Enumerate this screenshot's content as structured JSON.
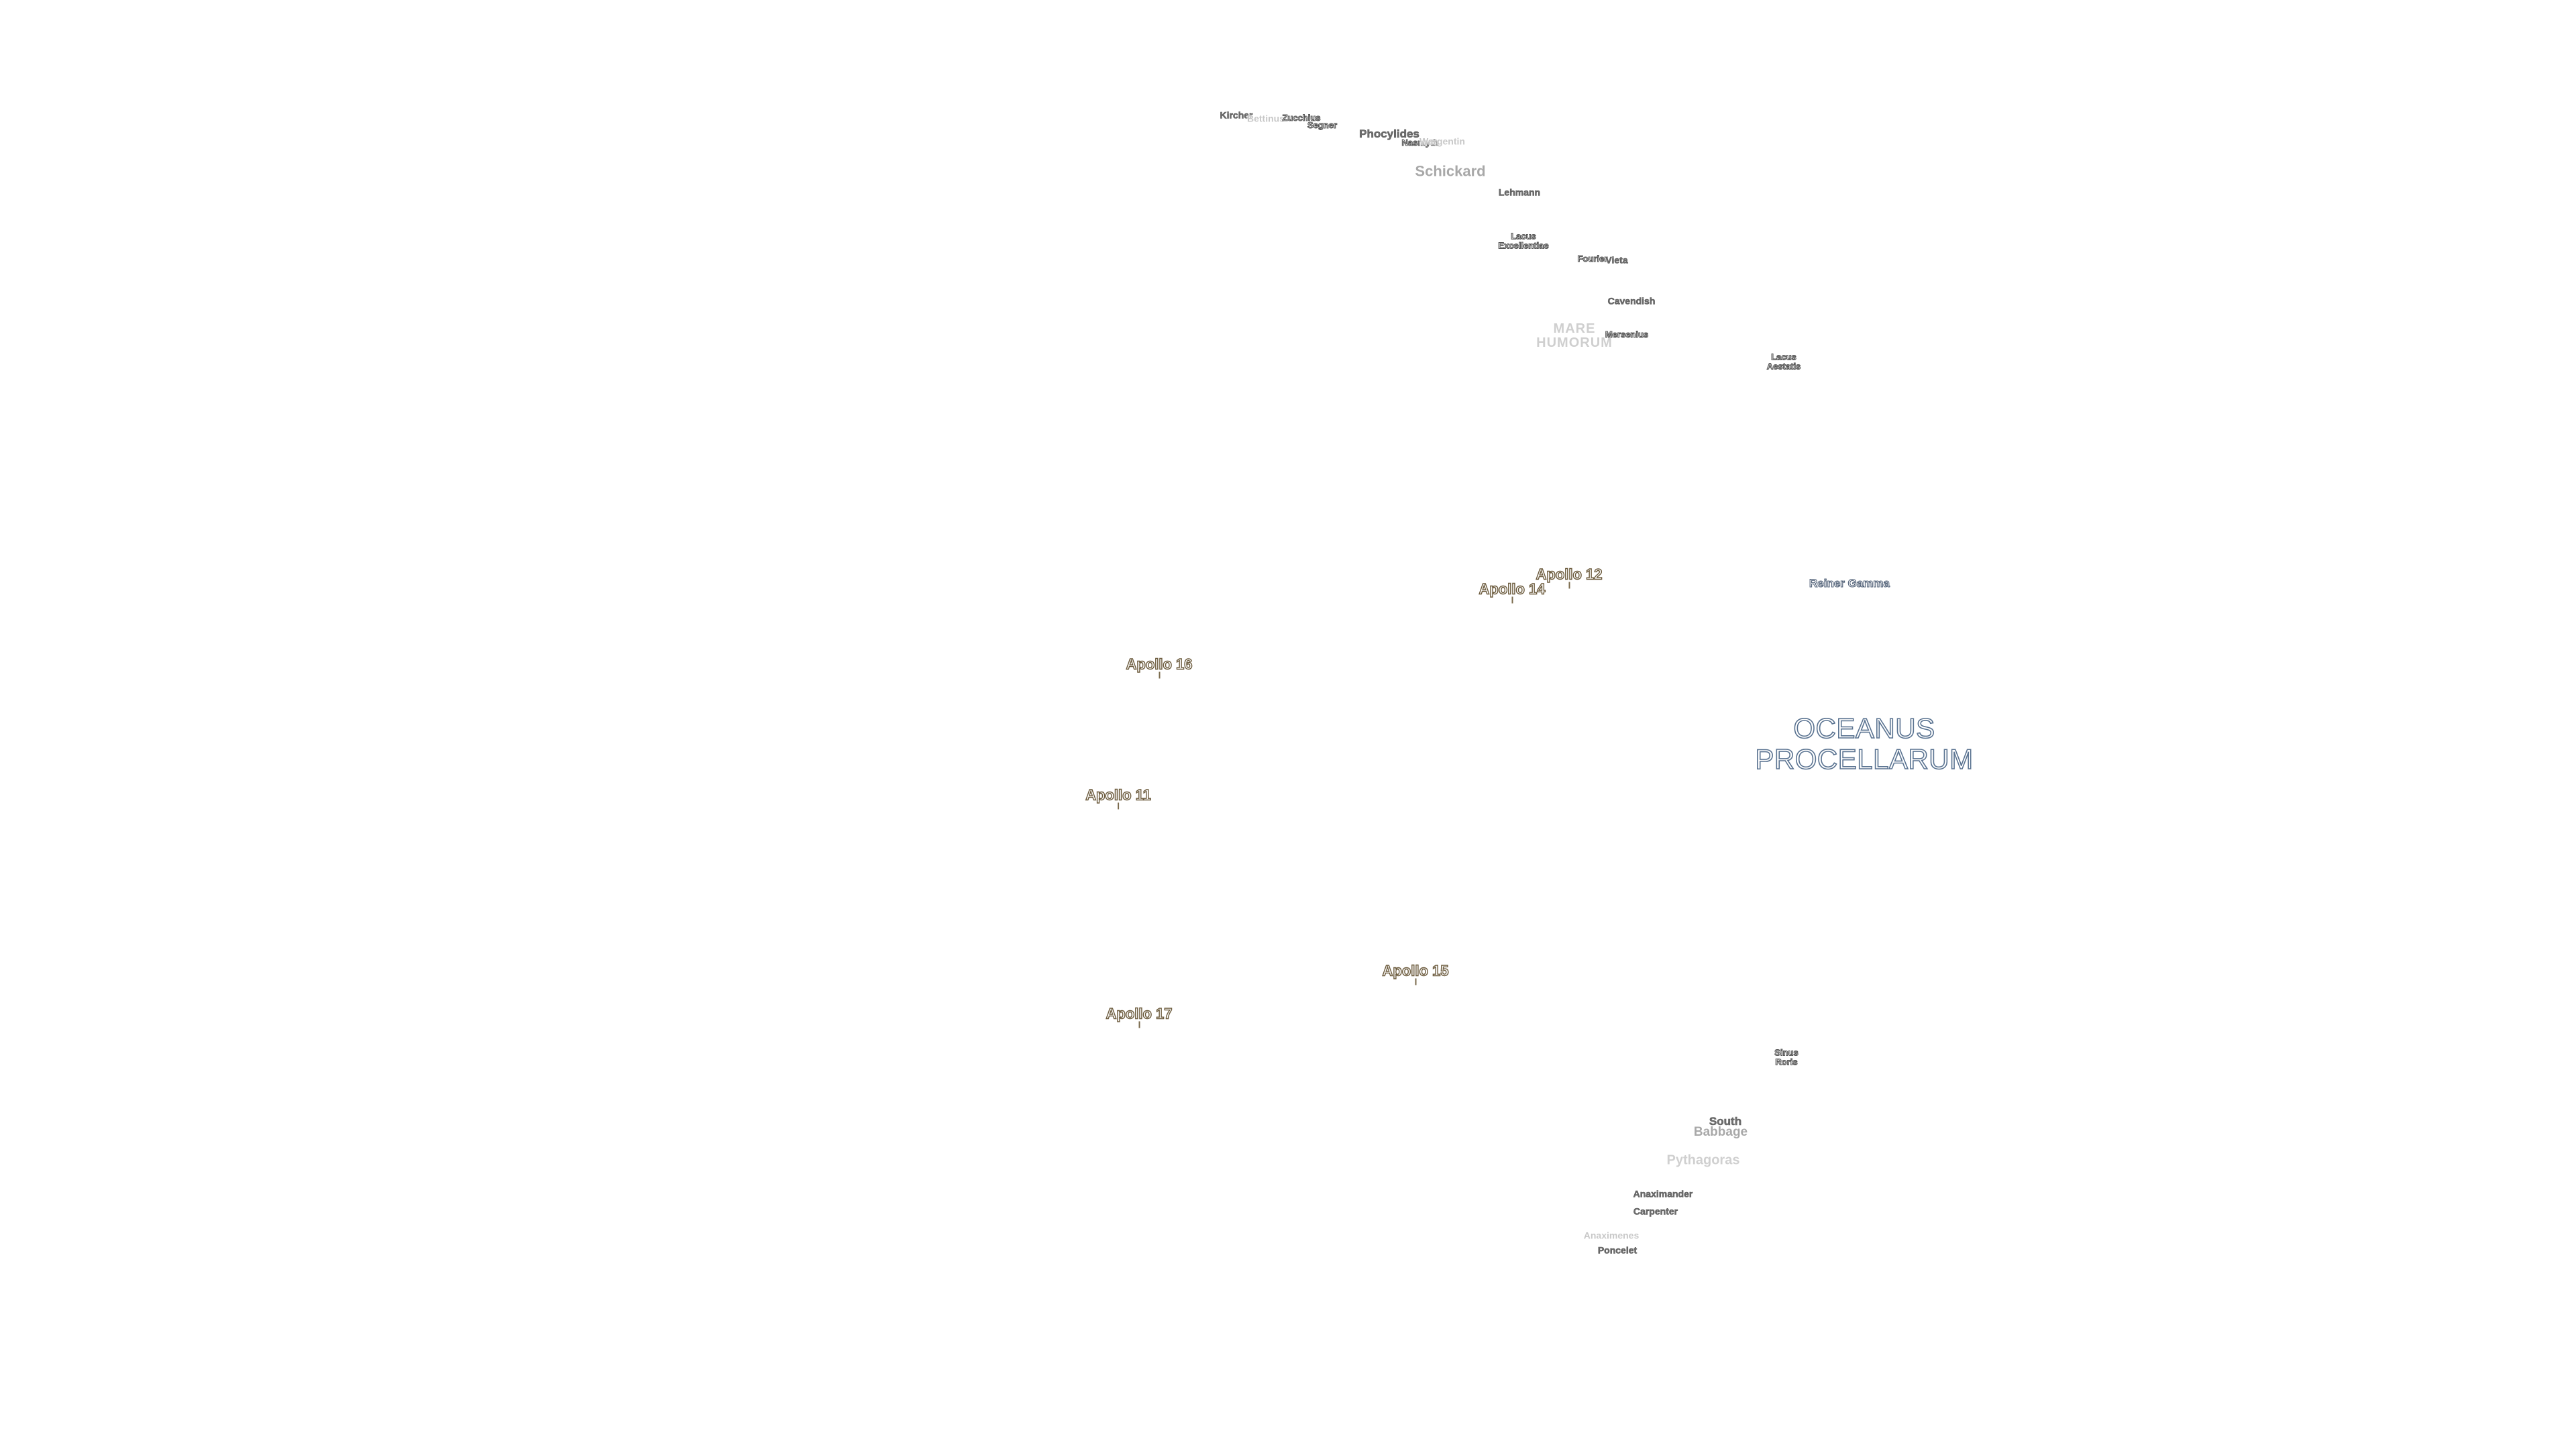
{
  "map": {
    "labels": [
      {
        "id": "kircher",
        "text": "Kircher",
        "kind": "crater"
      },
      {
        "id": "bettinus",
        "text": "Bettinus",
        "kind": "faint"
      },
      {
        "id": "zucchius",
        "text": "Zucchius",
        "kind": "dark"
      },
      {
        "id": "segner",
        "text": "Segner",
        "kind": "dark"
      },
      {
        "id": "phocylides",
        "text": "Phocylides",
        "kind": "crater"
      },
      {
        "id": "nasmyth",
        "text": "Nasmyth",
        "kind": "dark"
      },
      {
        "id": "wargentin",
        "text": "Wargentin",
        "kind": "faint"
      },
      {
        "id": "schickard",
        "text": "Schickard",
        "kind": "mid"
      },
      {
        "id": "lehmann",
        "text": "Lehmann",
        "kind": "crater"
      },
      {
        "id": "lacus-excellentiae",
        "text": "Lacus\nExcellentiae",
        "kind": "dark"
      },
      {
        "id": "fourier",
        "text": "Fourier",
        "kind": "dark"
      },
      {
        "id": "vieta",
        "text": "Vieta",
        "kind": "crater"
      },
      {
        "id": "cavendish",
        "text": "Cavendish",
        "kind": "crater"
      },
      {
        "id": "mare-humorum",
        "text": "MARE\nHUMORUM",
        "kind": "mare"
      },
      {
        "id": "mersenius",
        "text": "Mersenius",
        "kind": "dark"
      },
      {
        "id": "lacus-aestatis",
        "text": "Lacus\nAestatis",
        "kind": "dark"
      },
      {
        "id": "apollo-12",
        "text": "Apollo 12",
        "kind": "apollo"
      },
      {
        "id": "apollo-14",
        "text": "Apollo 14",
        "kind": "apollo"
      },
      {
        "id": "reiner-gamma",
        "text": "Reiner Gamma",
        "kind": "feature"
      },
      {
        "id": "apollo-16",
        "text": "Apollo 16",
        "kind": "apollo"
      },
      {
        "id": "oceanus-procellarum",
        "text": "OCEANUS\nPROCELLARUM",
        "kind": "ocean"
      },
      {
        "id": "apollo-11",
        "text": "Apollo 11",
        "kind": "apollo"
      },
      {
        "id": "apollo-15",
        "text": "Apollo 15",
        "kind": "apollo"
      },
      {
        "id": "apollo-17",
        "text": "Apollo 17",
        "kind": "apollo"
      },
      {
        "id": "sinus-roris",
        "text": "Sinus\nRoris",
        "kind": "dark"
      },
      {
        "id": "south",
        "text": "South",
        "kind": "crater"
      },
      {
        "id": "babbage",
        "text": "Babbage",
        "kind": "mid"
      },
      {
        "id": "pythagoras",
        "text": "Pythagoras",
        "kind": "faintbig"
      },
      {
        "id": "anaximander",
        "text": "Anaximander",
        "kind": "crater"
      },
      {
        "id": "carpenter",
        "text": "Carpenter",
        "kind": "crater"
      },
      {
        "id": "anaximenes",
        "text": "Anaximenes",
        "kind": "faint"
      },
      {
        "id": "poncelet",
        "text": "Poncelet",
        "kind": "crater"
      }
    ]
  }
}
